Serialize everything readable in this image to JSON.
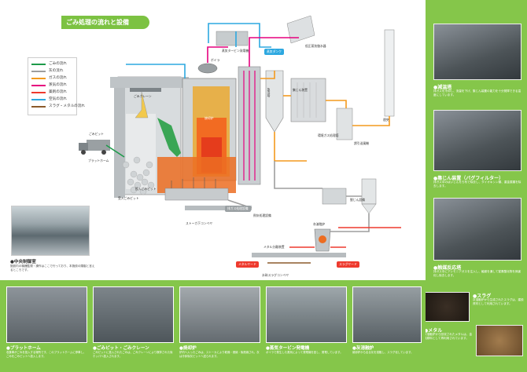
{
  "header": {
    "title": "ごみ処理の流れと設備"
  },
  "legend": {
    "items": [
      {
        "label": "ごみの流れ",
        "color": "#1d9a4a"
      },
      {
        "label": "灰の流れ",
        "color": "#9e9e9e"
      },
      {
        "label": "ガスの流れ",
        "color": "#f39a1e"
      },
      {
        "label": "蒸気の流れ",
        "color": "#e6007e"
      },
      {
        "label": "薬剤の流れ",
        "color": "#ee3a2e"
      },
      {
        "label": "空気の流れ",
        "color": "#2da8e0"
      },
      {
        "label": "スラグ・メタルの流れ",
        "color": "#8b5a2b"
      }
    ]
  },
  "diagram": {
    "labels": {
      "gomi_crane": "ごみクレーン",
      "gomi_pit": "ごみピット",
      "platform": "プラットホーム",
      "toudo_ki": "投入ごみピット",
      "juryo": "受入ごみピット",
      "boiler": "ボイラ",
      "kyuon": "急冷塔",
      "bag_filter": "集じん装置",
      "entotsu": "煙突",
      "jouki_turbine": "蒸気タービン発電機",
      "teiatsu": "低圧蒸気復水器",
      "jouki_tank": "蒸気ダンク",
      "slag_dashi": "スラグ",
      "metal_dashi": "メタル",
      "metal_yard": "メタルヤード",
      "slag_yard": "スラグヤード",
      "mekanizumu": "水砕スラグコンベヤ",
      "shokyaku": "焼却炉",
      "tansu": "ストーカ下コンベヤ",
      "haigasu": "排ガス処理設備",
      "kainyu": "灰溶融炉",
      "ash_bunri": "飛灰処理設備",
      "dakkan": "脱じん設備",
      "yuuka": "誘引送風機",
      "kankyo": "環境ガス処理塔",
      "kan_metal": "メタル分離装置"
    }
  },
  "control_room": {
    "title": "●中央制御室",
    "text": "施設内の機器監視・操作はここで行っており、本施設の頭脳と言えるところです。"
  },
  "right_column": [
    {
      "title": "●減温塔",
      "text": "排ガスを冷却し、流量を下げ、集じん装置の能力を十分発揮できる温度にしています。"
    },
    {
      "title": "●集じん装置（バグフィルター）",
      "text": "排ガス中のばいじんをろ布で除去し、ダイオキシン類、重金属類を除去します。"
    },
    {
      "title": "●触媒反応塔",
      "text": "排ガス中にアンモニアガスを注入し、触媒を通して窒素酸化物を無害化し除去します。"
    }
  ],
  "bottom": [
    {
      "title": "●プラットホーム",
      "text": "収集車がごみを投入する場所です。このプラットホームに停車し、ごみをごみピットへ投入します。"
    },
    {
      "title": "●ごみピット・ごみクレーン",
      "text": "ごみピットに投入されたごみは、ごみクレーンにより攪拌された後ホッパへ投入されます。"
    },
    {
      "title": "●焼却炉",
      "text": "炉内へ入ったごみは、ストーカにより乾燥・燃焼・後燃焼され、灰は冷却後灰ピットへ送られます。"
    },
    {
      "title": "●蒸気タービン発電機",
      "text": "ボイラで発生した蒸気によって発電機を回し、発電しています。"
    },
    {
      "title": "●灰溶融炉",
      "text": "焼却炉から出る灰を溶融し、スラグ化しています。"
    }
  ],
  "products": [
    {
      "title": "●スラグ",
      "text": "灰溶融炉から生成されたスラグは、建設資材として利用されています。"
    },
    {
      "title": "●メタル",
      "text": "灰溶融炉から回収されたメタルは、金属原料として再利用されています。"
    }
  ]
}
